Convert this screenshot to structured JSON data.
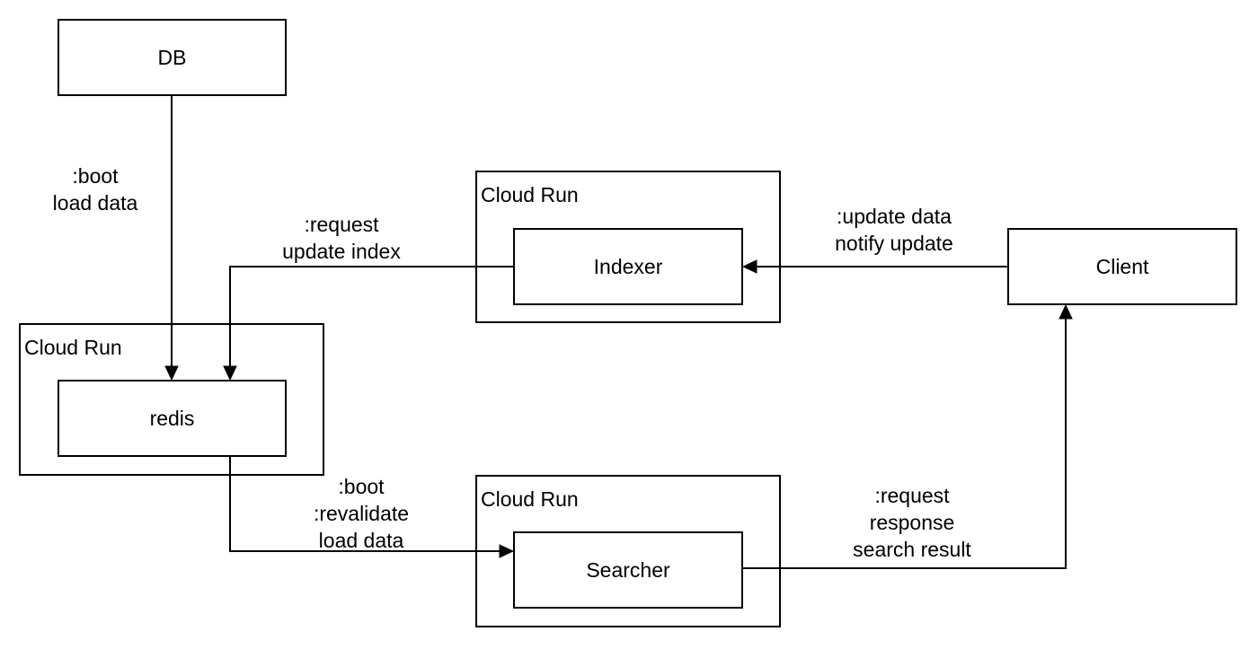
{
  "nodes": {
    "db": "DB",
    "redis": "redis",
    "indexer": "Indexer",
    "searcher": "Searcher",
    "client": "Client"
  },
  "groups": {
    "redis_group": "Cloud Run",
    "indexer_group": "Cloud Run",
    "searcher_group": "Cloud Run"
  },
  "edges": {
    "db_to_redis": [
      ":boot",
      "load data"
    ],
    "indexer_to_redis": [
      ":request",
      "update index"
    ],
    "client_to_indexer": [
      ":update data",
      "notify update"
    ],
    "redis_to_searcher": [
      ":boot",
      ":revalidate",
      "load data"
    ],
    "searcher_to_client": [
      ":request",
      "response",
      "search result"
    ]
  }
}
